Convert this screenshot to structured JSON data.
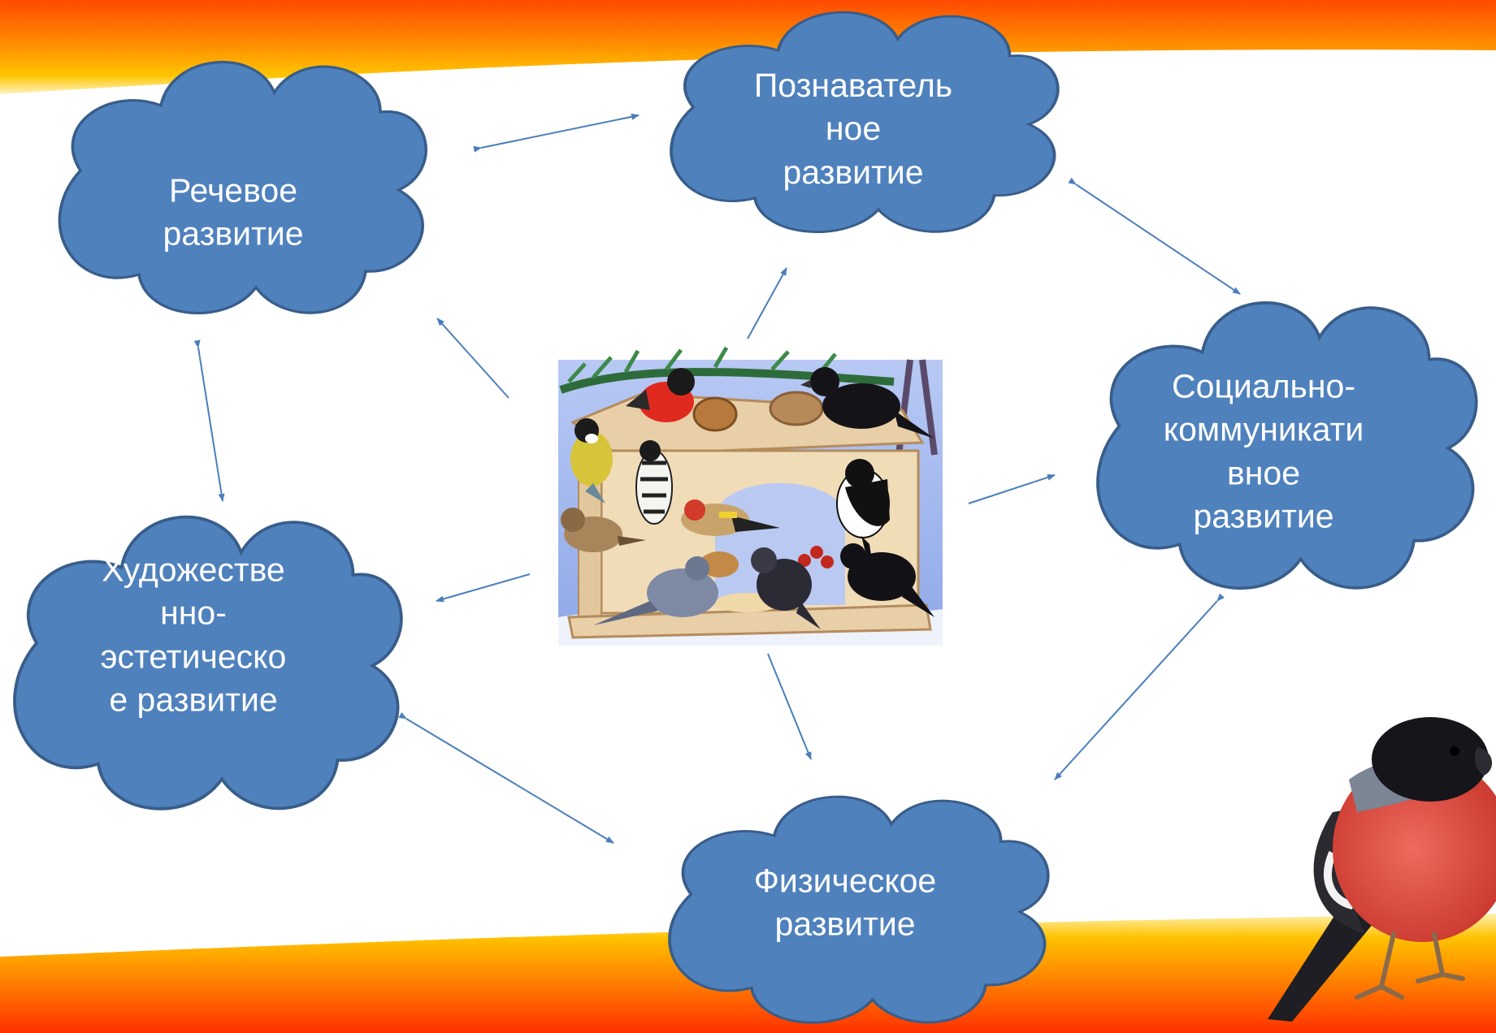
{
  "diagram": {
    "center_picture": "bird-feeder-with-winter-birds",
    "corner_picture": "bullfinch",
    "nodes": {
      "speech": {
        "label": "Речевое\nразвитие"
      },
      "cognitive": {
        "label": "Познаватель\nное\nразвитие"
      },
      "social": {
        "label": "Социально-\nкоммуникати\nвное\nразвитие"
      },
      "artistic": {
        "label": "Художестве\nнно-\nэстетическо\nе развитие"
      },
      "physical": {
        "label": "Физическое\nразвитие"
      }
    }
  },
  "colors": {
    "cloud_fill": "#4f81bd",
    "cloud_stroke": "#385d8a",
    "label_text": "#ffffff",
    "arrow": "#4a7ebb",
    "band_top": "#ff5a00",
    "band_mid": "#ffc200"
  }
}
